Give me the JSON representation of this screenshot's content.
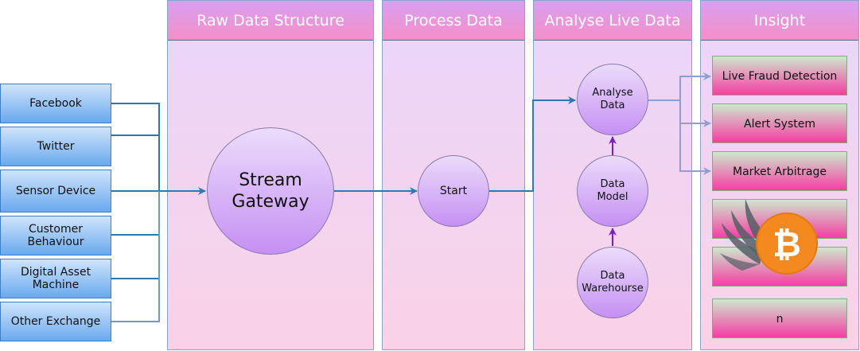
{
  "lanes": [
    {
      "title": "Raw Data Structure"
    },
    {
      "title": "Process Data"
    },
    {
      "title": "Analyse Live Data"
    },
    {
      "title": "Insight"
    }
  ],
  "sources": [
    {
      "label": "Facebook"
    },
    {
      "label": "Twitter"
    },
    {
      "label": "Sensor Device"
    },
    {
      "label": "Customer\nBehaviour"
    },
    {
      "label": "Digital Asset\nMachine"
    },
    {
      "label": "Other Exchange"
    }
  ],
  "nodes": {
    "stream_gateway": "Stream\nGateway",
    "start": "Start",
    "analyse_data": "Analyse\nData",
    "data_model": "Data\nModel",
    "data_warehouse": "Data\nWarehourse"
  },
  "insights": [
    {
      "label": "Live Fraud Detection"
    },
    {
      "label": "Alert System"
    },
    {
      "label": "Market Arbitrage"
    },
    {
      "label": ""
    },
    {
      "label": ""
    },
    {
      "label": "n"
    }
  ],
  "logo": {
    "icon": "bitcoin-wing-logo",
    "glyph": "₿",
    "color": "#f4891f"
  },
  "colors": {
    "line": "#2d7ab0",
    "arrow_purple": "#7a1fc4",
    "insight_arrow": "#8aa0d6"
  }
}
